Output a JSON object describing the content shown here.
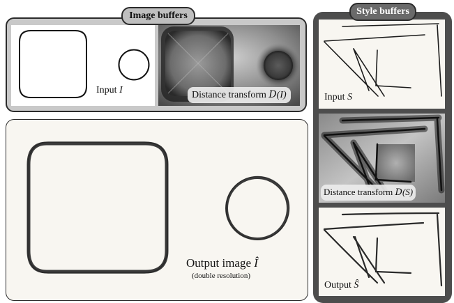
{
  "image_buffers": {
    "title": "Image buffers",
    "input_caption": "Input",
    "input_symbol": "I",
    "distance_caption": "Distance transform",
    "distance_symbol_func": "D",
    "distance_symbol_arg": "(I)"
  },
  "output": {
    "caption": "Output image",
    "symbol": "Î",
    "subcaption": "(double resolution)"
  },
  "style_buffers": {
    "title": "Style buffers",
    "input_caption": "Input",
    "input_symbol": "S",
    "distance_caption": "Distance transform",
    "distance_symbol_func": "D",
    "distance_symbol_arg": "(S)",
    "output_caption": "Output",
    "output_symbol": "Ŝ"
  }
}
